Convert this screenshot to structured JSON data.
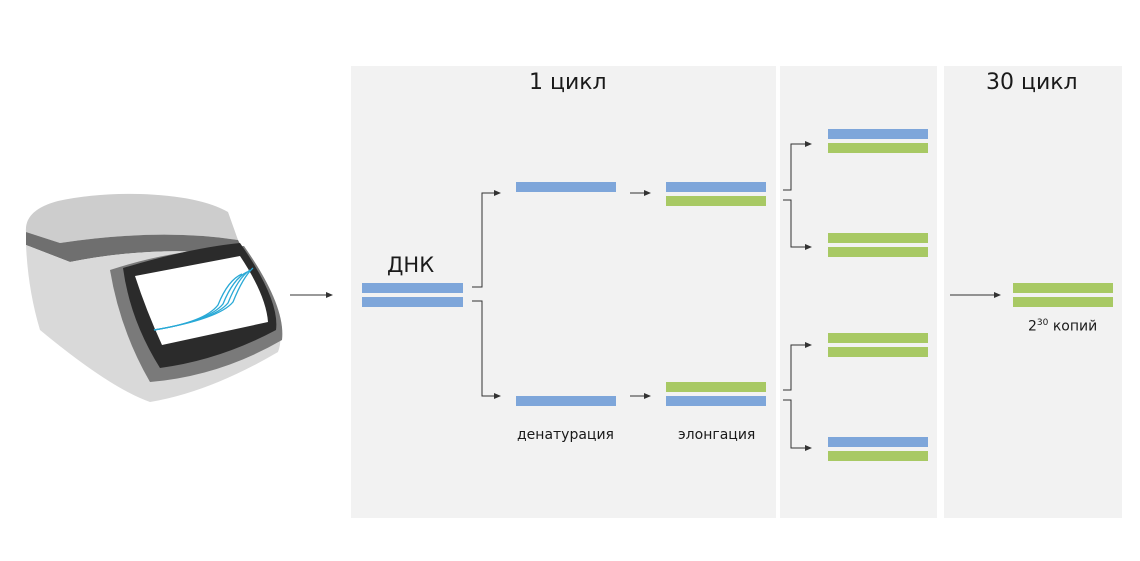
{
  "titles": {
    "cycle1": "1 цикл",
    "cycle30": "30 цикл"
  },
  "labels": {
    "dna": "ДНК",
    "denaturation": "денатурация",
    "elongation": "элонгация",
    "copies_base": "2",
    "copies_exp": "30",
    "copies_word": "копий"
  },
  "colors": {
    "strand_original": "#7ea6da",
    "strand_new": "#a8c964",
    "panel": "#f2f2f2",
    "arrow": "#333333",
    "curve": "#29a9d6"
  },
  "icons": {
    "device": "pcr-thermocycler-icon"
  }
}
